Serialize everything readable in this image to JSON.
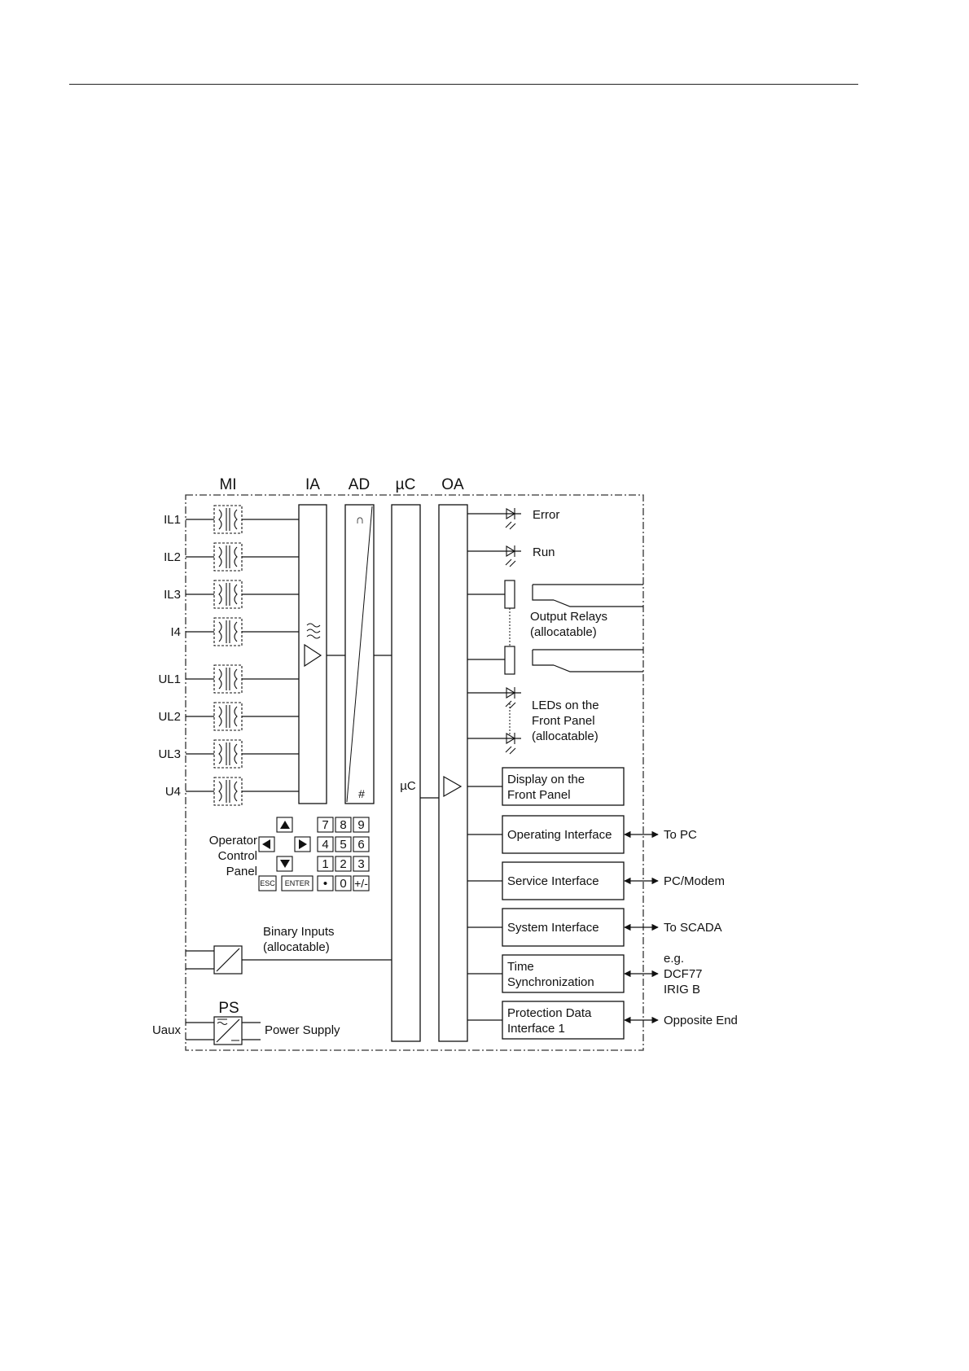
{
  "diagram": {
    "headers": {
      "mi": "MI",
      "ia": "IA",
      "ad": "AD",
      "uc": "µC",
      "oa": "OA",
      "ps": "PS"
    },
    "inputs": [
      "IL1",
      "IL2",
      "IL3",
      "I4",
      "UL1",
      "UL2",
      "UL3",
      "U4"
    ],
    "uc_label": "µC",
    "ad_top_symbol": "∩",
    "ad_bottom_symbol": "#",
    "leds": {
      "error": "Error",
      "run": "Run"
    },
    "output_relays": {
      "line1": "Output Relays",
      "line2": "(allocatable)"
    },
    "leds_front": {
      "line1": "LEDs on the",
      "line2": "Front Panel",
      "line3": "(allocatable)"
    },
    "operator_panel": {
      "line1": "Operator",
      "line2": "Control",
      "line3": "Panel",
      "keys": [
        "7",
        "8",
        "9",
        "4",
        "5",
        "6",
        "1",
        "2",
        "3",
        "•",
        "0",
        "+/-"
      ],
      "esc": "ESC",
      "enter": "ENTER",
      "arrows": [
        "up-arrow",
        "left-arrow",
        "right-arrow",
        "down-arrow"
      ]
    },
    "binary_inputs": {
      "line1": "Binary Inputs",
      "line2": "(allocatable)"
    },
    "power": {
      "uaux": "Uaux",
      "label": "Power Supply"
    },
    "boxes": [
      {
        "line1": "Display on the",
        "line2": "Front Panel",
        "ext": []
      },
      {
        "line1": "Operating Interface",
        "line2": "",
        "ext": [
          "To PC"
        ]
      },
      {
        "line1": "Service Interface",
        "line2": "",
        "ext": [
          "PC/Modem"
        ]
      },
      {
        "line1": "System Interface",
        "line2": "",
        "ext": [
          "To SCADA"
        ]
      },
      {
        "line1": "Time",
        "line2": "Synchronization",
        "ext": [
          "e.g.",
          "DCF77",
          "IRIG B"
        ]
      },
      {
        "line1": "Protection Data",
        "line2": "Interface 1",
        "ext": [
          "Opposite End"
        ]
      }
    ]
  }
}
